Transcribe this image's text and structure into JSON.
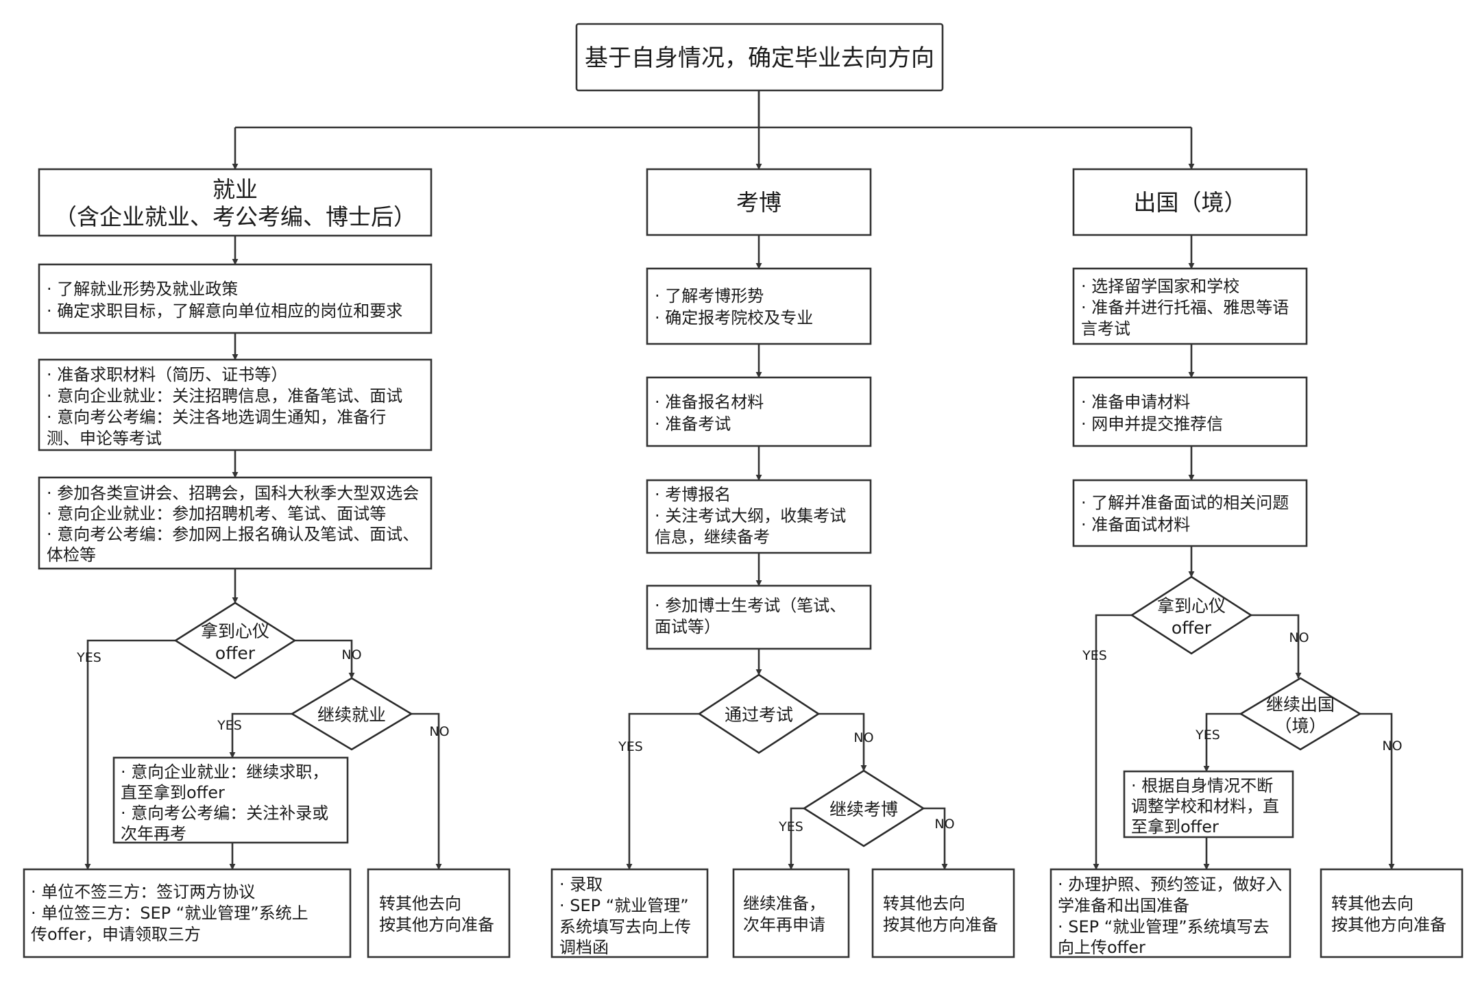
{
  "root": {
    "title": "基于自身情况，确定毕业去向方向"
  },
  "employment": {
    "title_line1": "就业",
    "title_line2": "（含企业就业、考公考编、博士后）",
    "step1": [
      "· 了解就业形势及就业政策",
      "· 确定求职目标，了解意向单位相应的岗位和要求"
    ],
    "step2": [
      "· 准备求职材料（简历、证书等）",
      "· 意向企业就业：关注招聘信息，准备笔试、面试",
      "· 意向考公考编：关注各地选调生通知，准备行",
      "测、申论等考试"
    ],
    "step3": [
      "· 参加各类宣讲会、招聘会，国科大秋季大型双选会",
      "· 意向企业就业：参加招聘机考、笔试、面试等",
      "· 意向考公考编：参加网上报名确认及笔试、面试、",
      "体检等"
    ],
    "decision1": [
      "拿到心仪",
      "offer"
    ],
    "decision2": [
      "继续就业"
    ],
    "continue_box": [
      "· 意向企业就业：继续求职，",
      "直至拿到offer",
      "· 意向考公考编：关注补录或",
      "次年再考"
    ],
    "final_yes": [
      "· 单位不签三方：签订两方协议",
      "· 单位签三方：SEP “就业管理”系统上",
      "传offer，申请领取三方"
    ],
    "final_no": [
      "转其他去向",
      "按其他方向准备"
    ]
  },
  "phd": {
    "title": "考博",
    "step1": [
      "· 了解考博形势",
      "· 确定报考院校及专业"
    ],
    "step2": [
      "· 准备报名材料",
      "· 准备考试"
    ],
    "step3": [
      "· 考博报名",
      "· 关注考试大纲，收集考试",
      "信息，继续备考"
    ],
    "step4": [
      "· 参加博士生考试（笔试、",
      "面试等）"
    ],
    "decision1": [
      "通过考试"
    ],
    "decision2": [
      "继续考博"
    ],
    "final_yes": [
      "· 录取",
      "· SEP “就业管理”",
      "系统填写去向上传",
      "调档函"
    ],
    "final_retry": [
      "继续准备，",
      "次年再申请"
    ],
    "final_no": [
      "转其他去向",
      "按其他方向准备"
    ]
  },
  "abroad": {
    "title": "出国（境）",
    "step1": [
      "· 选择留学国家和学校",
      "· 准备并进行托福、雅思等语",
      "言考试"
    ],
    "step2": [
      "· 准备申请材料",
      "· 网申并提交推荐信"
    ],
    "step3": [
      "· 了解并准备面试的相关问题",
      "· 准备面试材料"
    ],
    "decision1": [
      "拿到心仪",
      "offer"
    ],
    "decision2": [
      "继续出国",
      "（境）"
    ],
    "continue_box": [
      "· 根据自身情况不断",
      "调整学校和材料，直",
      "至拿到offer"
    ],
    "final_yes": [
      "· 办理护照、预约签证，做好入",
      "学准备和出国准备",
      "· SEP “就业管理”系统填写去",
      "向上传offer"
    ],
    "final_no": [
      "转其他去向",
      "按其他方向准备"
    ]
  },
  "labels": {
    "yes": "YES",
    "no": "NO"
  }
}
